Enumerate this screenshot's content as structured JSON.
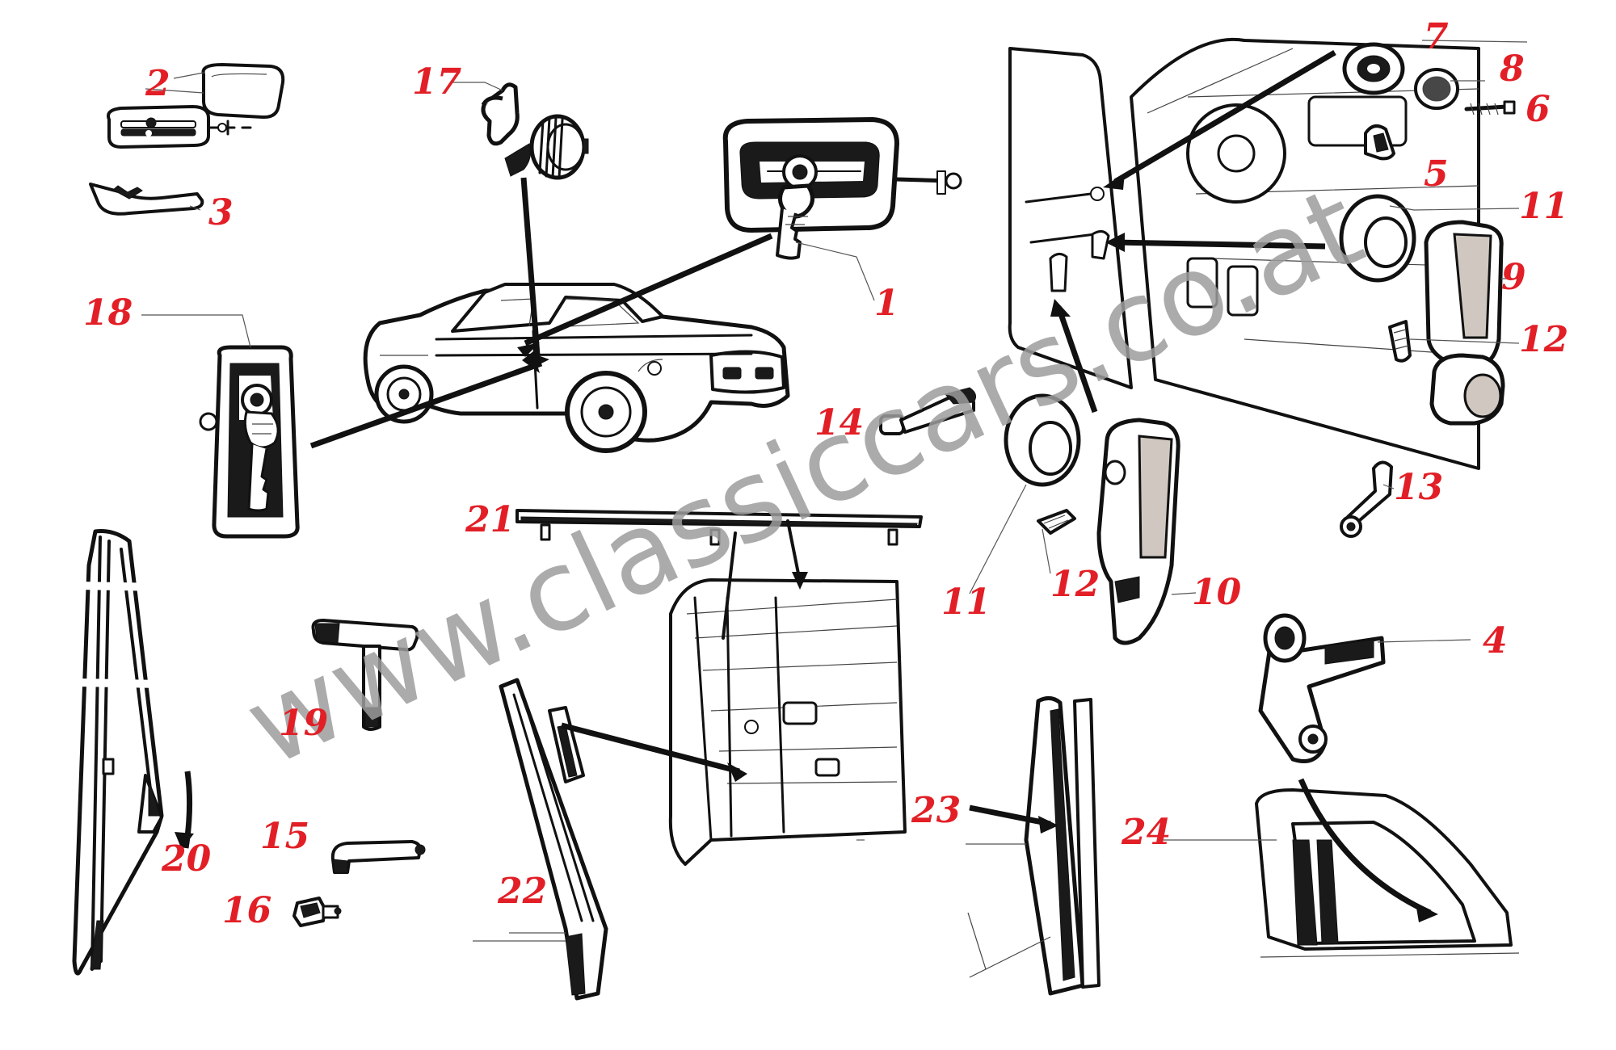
{
  "diagram": {
    "watermark": "www.classiccars.co.at",
    "accent_color": "#e21f26",
    "watermark_color": "#9c9c9c",
    "part_labels": [
      "1",
      "2",
      "3",
      "4",
      "5",
      "6",
      "7",
      "8",
      "9",
      "10",
      "11",
      "11",
      "12",
      "12",
      "13",
      "14",
      "15",
      "16",
      "17",
      "18",
      "19",
      "20",
      "21",
      "22",
      "23",
      "24"
    ]
  }
}
